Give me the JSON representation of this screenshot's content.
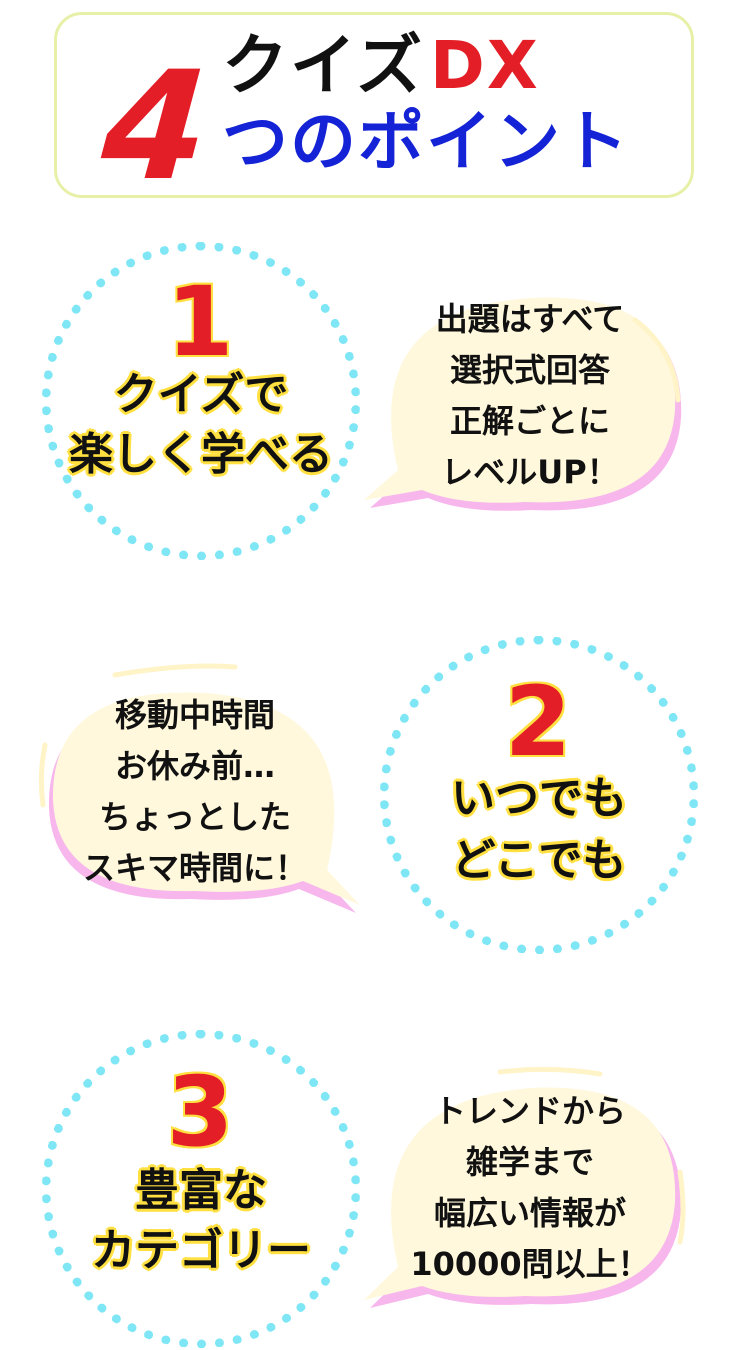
{
  "title": {
    "number": "4",
    "line1_quiz": "クイズ",
    "line1_dx": "DX",
    "line2": "つのポイント"
  },
  "points": [
    {
      "number": "1",
      "label_lines": [
        "クイズで",
        "楽しく学べる"
      ],
      "bubble_lines": [
        "出題はすべて",
        "選択式回答",
        "正解ごとに",
        "レベルUP！"
      ]
    },
    {
      "number": "2",
      "label_lines": [
        "いつでも",
        "どこでも"
      ],
      "bubble_lines": [
        "移動中時間",
        "お休み前…",
        "ちょっとした",
        "スキマ時間に！"
      ]
    },
    {
      "number": "3",
      "label_lines": [
        "豊富な",
        "カテゴリー"
      ],
      "bubble_lines": [
        "トレンドから",
        "雑学まで",
        "幅広い情報が",
        "10000問以上！"
      ]
    }
  ],
  "colors": {
    "red": "#e41e26",
    "blue": "#1523d6",
    "circle_dots": "#7ee6f4",
    "bubble_fill": "#fff8dc",
    "bubble_shadow": "#f7b6ec",
    "number_outline": "#ffe040"
  }
}
